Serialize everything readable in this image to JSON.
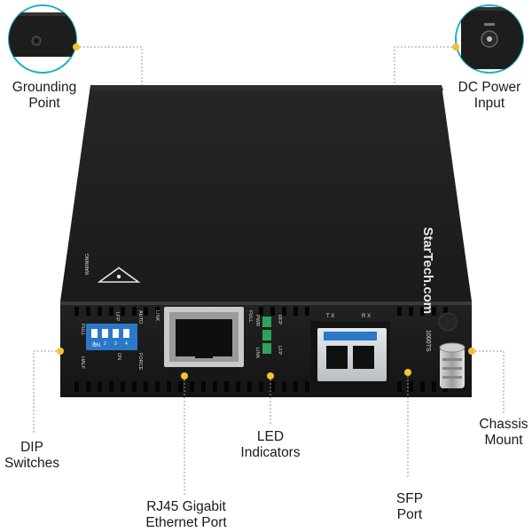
{
  "device": {
    "brand": "StarTech.com",
    "warning_label": "WARNING",
    "port_model_label": "1000TS",
    "dip_labels": {
      "on": "ON",
      "top_full": "FULL",
      "top_lfp": "LFP",
      "top_auto": "AUTO",
      "bottom_half": "HALF",
      "bottom_on": "ON",
      "bottom_force": "FORCE",
      "switch_numbers": [
        "1",
        "2",
        "3",
        "4"
      ]
    },
    "rj45_labels": {
      "link": "LINK",
      "full": "FULL"
    },
    "led_labels": {
      "pwr": "PWR",
      "rfp": "RFP",
      "lfp": "LFP",
      "link": "LINK"
    },
    "sfp_labels": {
      "tx": "T X",
      "rx": "R X"
    }
  },
  "callouts": {
    "grounding_point": [
      "Grounding",
      "Point"
    ],
    "dc_power_input": [
      "DC Power",
      "Input"
    ],
    "dip_switches": [
      "DIP",
      "Switches"
    ],
    "rj45_port": [
      "RJ45 Gigabit",
      "Ethernet Port"
    ],
    "led_indicators": [
      "LED",
      "Indicators"
    ],
    "sfp_port": [
      "SFP",
      "Port"
    ],
    "chassis_mount": [
      "Chassis",
      "Mount"
    ]
  },
  "colors": {
    "chassis": "#1b1b1b",
    "chassis_top": "#222222",
    "dip_blue": "#2a78c8",
    "led_green": "#2fa25a",
    "callout_dot": "#f2c230",
    "callout_ring": "#19b3c4",
    "leader_line": "#9a9a9a"
  }
}
